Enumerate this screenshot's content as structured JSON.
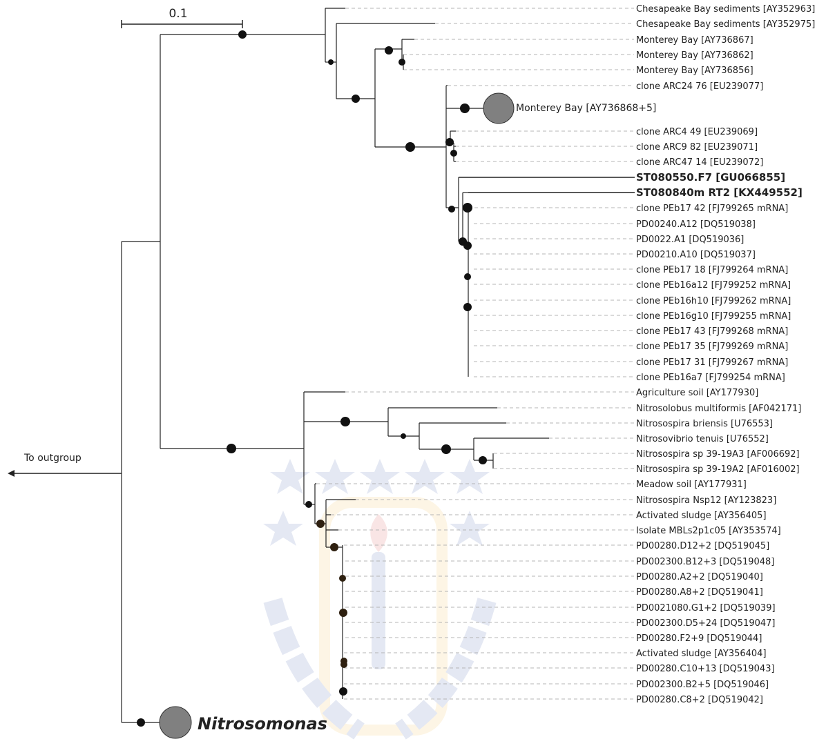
{
  "scale_bar": {
    "label": "0.1"
  },
  "outgroup": {
    "label": "To outgroup"
  },
  "collapsed_clade_label": "Monterey Bay [AY736868+5]",
  "nitrosomonas_label": "Nitrosomonas",
  "leaves": [
    {
      "label": "Chesapeake Bay sediments [AY352963]",
      "bold": false
    },
    {
      "label": "Chesapeake Bay sediments [AY352975]",
      "bold": false
    },
    {
      "label": "Monterey Bay [AY736867]",
      "bold": false
    },
    {
      "label": "Monterey Bay [AY736862]",
      "bold": false
    },
    {
      "label": "Monterey Bay [AY736856]",
      "bold": false
    },
    {
      "label": "clone ARC24 76 [EU239077]",
      "bold": false
    },
    {
      "label": "clone ARC4 49 [EU239069]",
      "bold": false
    },
    {
      "label": "clone ARC9 82 [EU239071]",
      "bold": false
    },
    {
      "label": "clone ARC47 14 [EU239072]",
      "bold": false
    },
    {
      "label": "ST080550.F7 [GU066855]",
      "bold": true
    },
    {
      "label": "ST080840m RT2 [KX449552]",
      "bold": true
    },
    {
      "label": "clone PEb17 42 [FJ799265 mRNA]",
      "bold": false
    },
    {
      "label": "PD00240.A12 [DQ519038]",
      "bold": false
    },
    {
      "label": "PD0022.A1 [DQ519036]",
      "bold": false
    },
    {
      "label": "PD00210.A10 [DQ519037]",
      "bold": false
    },
    {
      "label": "clone PEb17 18 [FJ799264 mRNA]",
      "bold": false
    },
    {
      "label": "clone PEb16a12 [FJ799252 mRNA]",
      "bold": false
    },
    {
      "label": "clone PEb16h10 [FJ799262 mRNA]",
      "bold": false
    },
    {
      "label": "clone PEb16g10 [FJ799255 mRNA]",
      "bold": false
    },
    {
      "label": "clone PEb17 43 [FJ799268 mRNA]",
      "bold": false
    },
    {
      "label": "clone PEb17 35 [FJ799269 mRNA]",
      "bold": false
    },
    {
      "label": "clone PEb17 31 [FJ799267 mRNA]",
      "bold": false
    },
    {
      "label": "clone PEb16a7 [FJ799254 mRNA]",
      "bold": false
    },
    {
      "label": "Agriculture soil [AY177930]",
      "bold": false
    },
    {
      "label": "Nitrosolobus multiformis [AF042171]",
      "bold": false
    },
    {
      "label": "Nitrosospira briensis [U76553]",
      "bold": false
    },
    {
      "label": "Nitrosovibrio tenuis [U76552]",
      "bold": false
    },
    {
      "label": "Nitrosospira sp 39-19A3 [AF006692]",
      "bold": false
    },
    {
      "label": "Nitrosospira sp 39-19A2 [AF016002]",
      "bold": false
    },
    {
      "label": "Meadow soil [AY177931]",
      "bold": false
    },
    {
      "label": "Nitrosospira Nsp12 [AY123823]",
      "bold": false
    },
    {
      "label": "Activated sludge [AY356405]",
      "bold": false
    },
    {
      "label": "Isolate MBLs2p1c05 [AY353574]",
      "bold": false
    },
    {
      "label": "PD00280.D12+2 [DQ519045]",
      "bold": false
    },
    {
      "label": "PD002300.B12+3 [DQ519048]",
      "bold": false
    },
    {
      "label": "PD00280.A2+2 [DQ519040]",
      "bold": false
    },
    {
      "label": "PD00280.A8+2 [DQ519041]",
      "bold": false
    },
    {
      "label": "PD0021080.G1+2 [DQ519039]",
      "bold": false
    },
    {
      "label": "PD002300.D5+24 [DQ519047]",
      "bold": false
    },
    {
      "label": "PD00280.F2+9 [DQ519044]",
      "bold": false
    },
    {
      "label": "Activated sludge [AY356404]",
      "bold": false
    },
    {
      "label": "PD00280.C10+13 [DQ519043]",
      "bold": false
    },
    {
      "label": "PD002300.B2+5 [DQ519046]",
      "bold": false
    },
    {
      "label": "PD00280.C8+2 [DQ519042]",
      "bold": false
    }
  ],
  "colors": {
    "branch": "#222222",
    "node": "#111111",
    "node_dark_brown": "#2e2010",
    "collapsed_clade_fill": "#808080",
    "dashed_guide": "#b5b5b5",
    "watermark_blue": "#3a57a6",
    "watermark_gold": "#f0b63c",
    "watermark_red": "#d8403c"
  }
}
